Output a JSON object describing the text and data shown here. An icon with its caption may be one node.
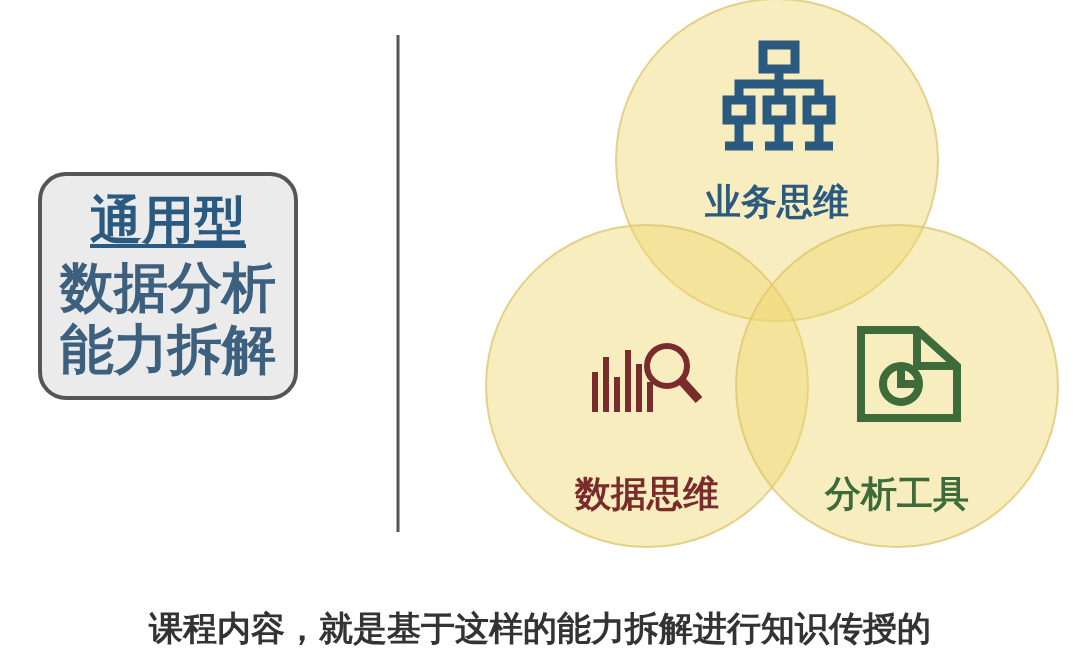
{
  "diagram": {
    "nodes": [
      {
        "text": [
          "通用型",
          "数据分析能力拆解"
        ]
      },
      {
        "text": [
          "业务思维"
        ]
      },
      {
        "text": [
          "数据思维"
        ]
      },
      {
        "text": [
          "分析工具"
        ]
      }
    ],
    "labels": [
      "课程内容，就是基于这样的能力拆解进行知识传授的"
    ]
  }
}
